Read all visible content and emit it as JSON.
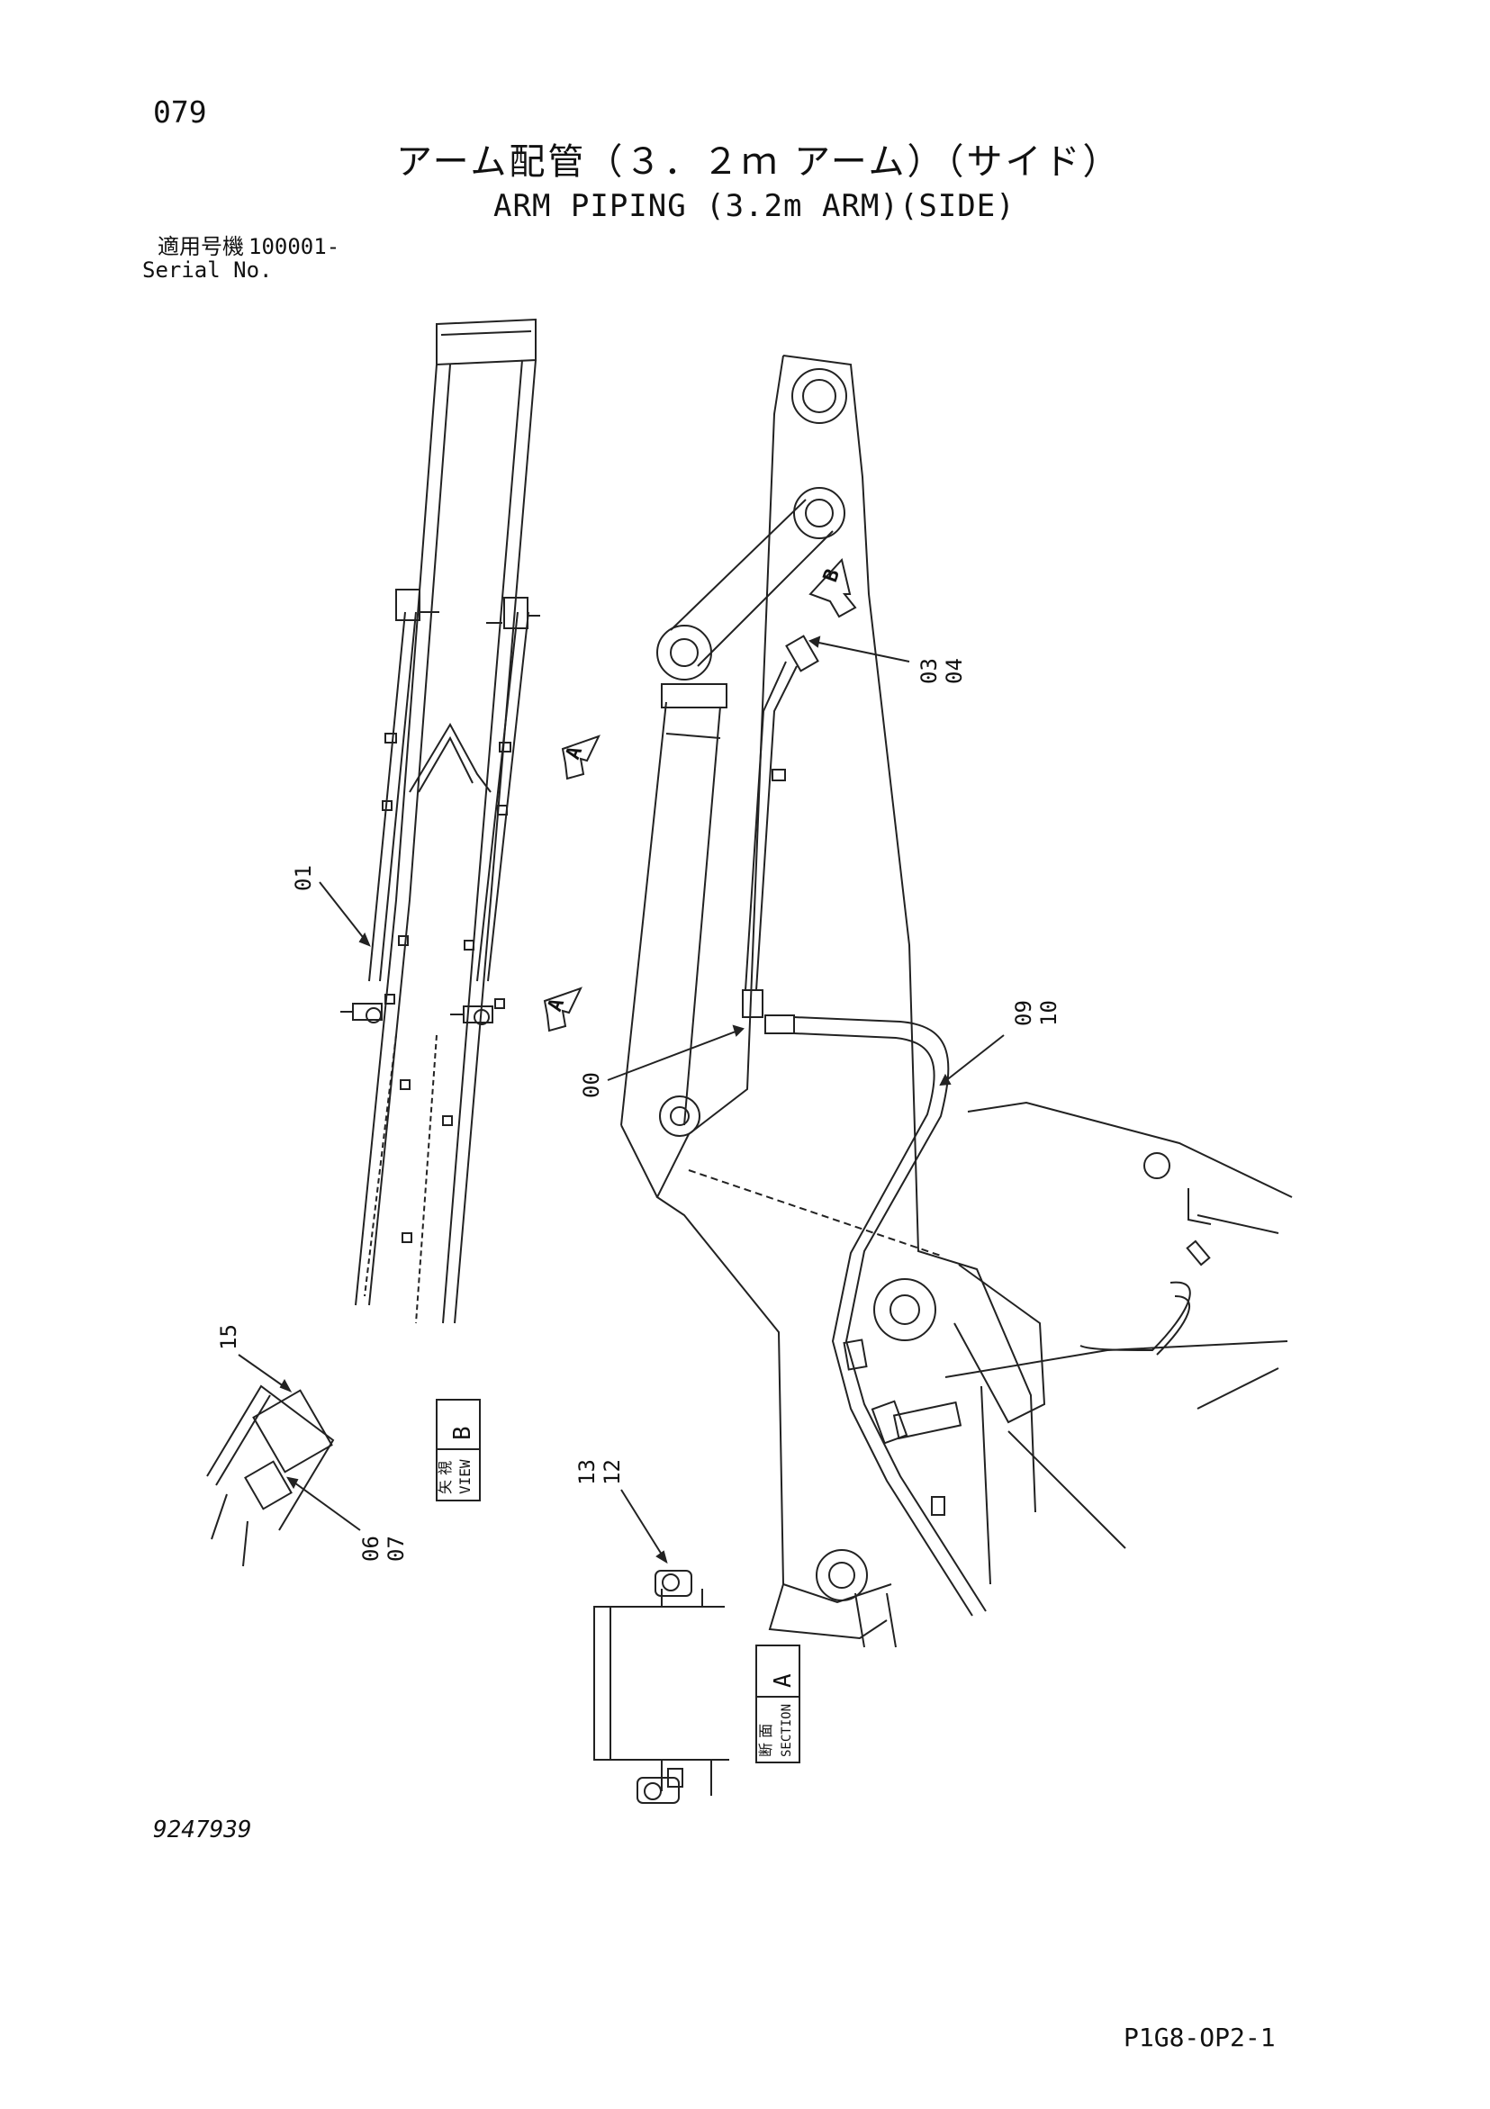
{
  "page_number": "079",
  "title_jp": "アーム配管（３．２ｍ アーム）（サイド）",
  "title_en": "ARM PIPING (3.2m ARM)(SIDE)",
  "serial_label_jp": "適用号機",
  "serial_value": "100001-",
  "serial_label_en": "Serial No.",
  "drawing_number": "9247939",
  "page_code": "P1G8-OP2-1",
  "part_callouts": {
    "p01": "01",
    "p00": "00",
    "p03_04a": "03",
    "p03_04b": "04",
    "p09_10a": "09",
    "p09_10b": "10",
    "p15": "15",
    "p06_07a": "06",
    "p06_07b": "07",
    "p13_12a": "13",
    "p13_12b": "12"
  },
  "markers": {
    "arrow_a": "A",
    "arrow_b": "B"
  },
  "view_b": {
    "jp": "矢 視",
    "en": "VIEW",
    "letter": "B"
  },
  "section_a": {
    "jp": "断 面",
    "en": "SECTION",
    "letter": "A"
  }
}
